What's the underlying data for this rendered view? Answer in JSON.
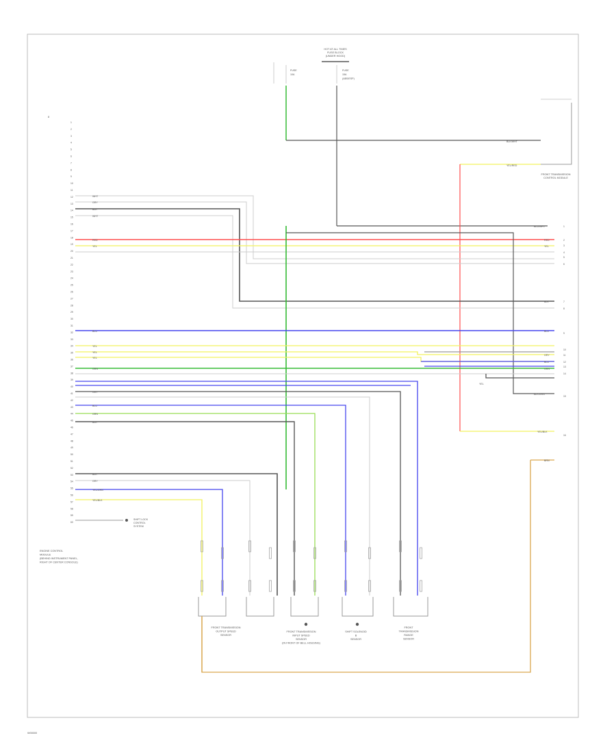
{
  "diagram": {
    "figure_id": "W00000",
    "module_header": "8",
    "module_title": [
      "ENGINE CONTROL",
      "MODULE",
      "(BEHIND INSTRUMENT PANEL,",
      "RIGHT OF CENTER CONSOLE)"
    ],
    "fuse_box_title": [
      "HOT AT ALL TIMES",
      "FUSE BLOCK",
      "(UNDER HOOD)"
    ],
    "fuse_left": [
      "FUSE",
      "10A"
    ],
    "fuse_right": [
      "FUSE",
      "15A",
      "(ABS/ESP)"
    ],
    "right_module_title": [
      "FRONT TRANSMISSION",
      "CONTROL MODULE"
    ],
    "bottom_components": [
      [
        "FRONT TRANSMISSION",
        "OUTPUT SPEED",
        "SENSOR"
      ],
      [
        "FRONT TRANSMISSION",
        "INPUT SPEED",
        "SENSOR",
        "(IN FRONT OF BELL HOUSING)"
      ],
      [
        "SHIFT SOLENOID",
        "B",
        "SENSOR"
      ],
      [
        "FRONT",
        "TRANSMISSION",
        "RANGE",
        "SENSOR"
      ]
    ],
    "ground_note": [
      "SHIFT LOCK",
      "CONTROL",
      "SYSTEM"
    ],
    "wire_labels": {
      "red": "RED",
      "yel": "YEL",
      "blu": "BLU",
      "grn": "GRN",
      "gry": "GRY",
      "blk": "BLK",
      "wht": "WHT",
      "brn": "BRN",
      "blkwht": "BLK/WHT",
      "blkgrn": "BLK/GRN",
      "yelgrn": "YEL/GRN",
      "bluwht": "BLU/WHT",
      "yelblk": "YEL/BLK",
      "wht_top": "WHT",
      "yel_top": "YEL/RED"
    },
    "pin_numbers_left": [
      "1",
      "2",
      "3",
      "4",
      "5",
      "6",
      "7",
      "8",
      "9",
      "10",
      "11",
      "12",
      "13",
      "14",
      "15",
      "16",
      "17",
      "18",
      "19",
      "20",
      "21",
      "22",
      "23",
      "24",
      "25",
      "26",
      "27",
      "28",
      "29",
      "30",
      "31",
      "32",
      "33",
      "34",
      "35",
      "36",
      "37",
      "38",
      "39",
      "40",
      "41",
      "42",
      "43",
      "44",
      "45",
      "46",
      "47",
      "48",
      "49",
      "50",
      "51",
      "52",
      "53",
      "54",
      "55",
      "56",
      "57",
      "58",
      "59",
      "60"
    ],
    "pin_numbers_right": [
      "1",
      "2",
      "3",
      "4",
      "5",
      "6",
      "7",
      "8",
      "9",
      "10",
      "11",
      "12",
      "13",
      "14",
      "15",
      "16"
    ],
    "colors": {
      "frame": "#bbbbbb",
      "red": "#ff4d4d",
      "yellow": "#f2f25c",
      "blue": "#4444ee",
      "green": "#33bb33",
      "lightgreen": "#99dd55",
      "dark": "#555555",
      "gray": "#999999",
      "light": "#cccccc",
      "tan": "#d9a64d"
    }
  }
}
